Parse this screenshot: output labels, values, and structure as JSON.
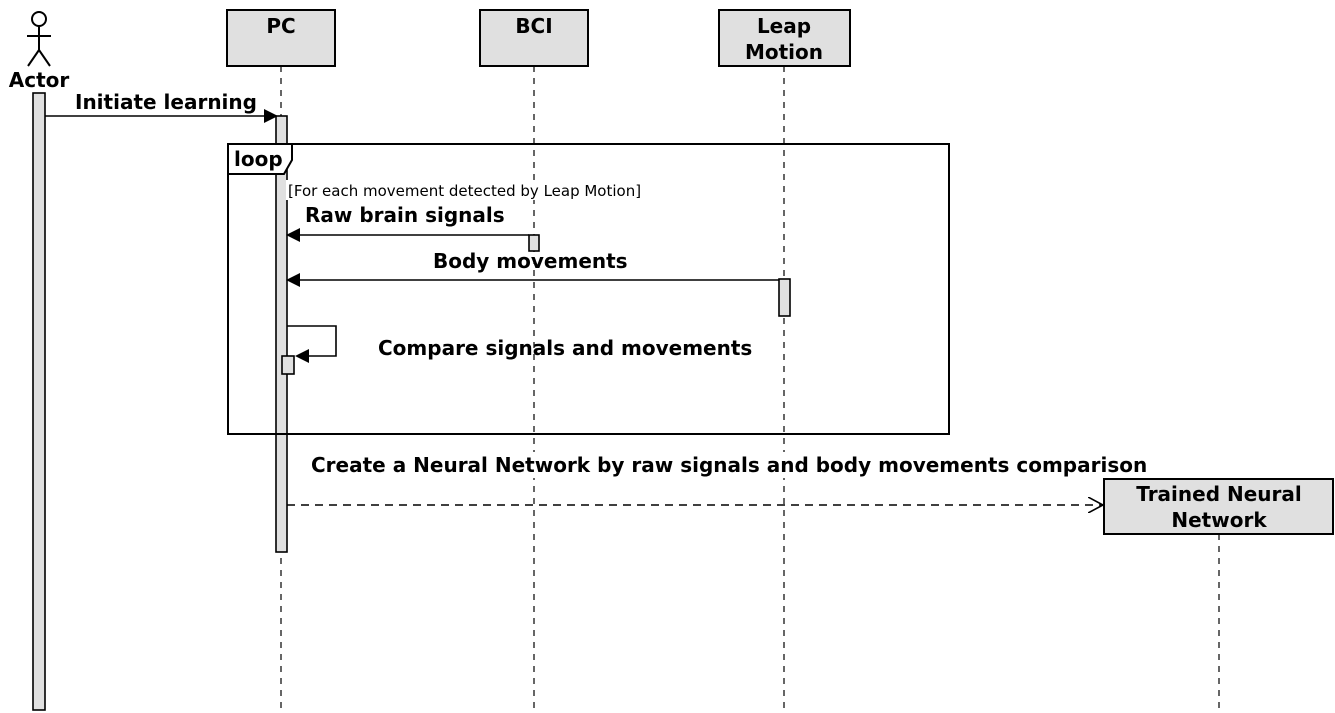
{
  "participants": {
    "actor": "Actor",
    "pc": "PC",
    "bci": "BCI",
    "leap_line1": "Leap",
    "leap_line2": "Motion",
    "trained_line1": "Trained Neural",
    "trained_line2": "Network"
  },
  "messages": {
    "initiate": "Initiate learning",
    "raw_signals": "Raw brain signals",
    "body_movements": "Body movements",
    "compare": "Compare signals and movements",
    "create": "Create a Neural Network by raw signals and body movements comparison"
  },
  "fragment": {
    "operator": "loop",
    "guard": "[For each movement detected by Leap Motion]"
  },
  "colors": {
    "participant_fill": "#e0e0e0",
    "stroke": "#000000",
    "background": "#ffffff"
  }
}
